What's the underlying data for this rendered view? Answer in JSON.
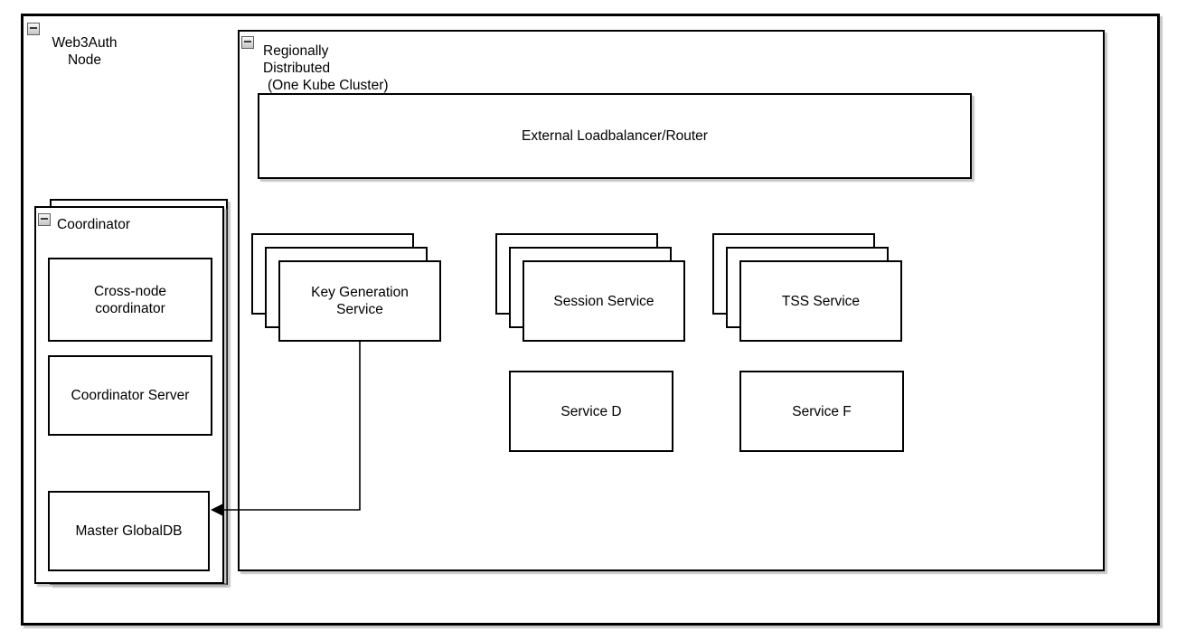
{
  "diagram": {
    "web3auth_node": {
      "label_line1": "Web3Auth",
      "label_line2": "Node",
      "collapse_icon": "minus-collapse-icon"
    },
    "region": {
      "label_line1": "Regionally Distributed",
      "label_line2": "(One Kube Cluster)",
      "collapse_icon": "minus-collapse-icon"
    },
    "loadbalancer": {
      "label": "External Loadbalancer/Router"
    },
    "coordinator": {
      "label": "Coordinator",
      "collapse_icon": "minus-collapse-icon",
      "cross_node": {
        "line1": "Cross-node",
        "line2": "coordinator"
      },
      "server": {
        "label": "Coordinator Server"
      },
      "master_db": {
        "label": "Master GlobalDB"
      }
    },
    "key_generation": {
      "line1": "Key Generation",
      "line2": "Service"
    },
    "session": {
      "label": "Session Service"
    },
    "tss": {
      "label": "TSS Service"
    },
    "service_d": {
      "label": "Service D"
    },
    "service_f": {
      "label": "Service F"
    },
    "connections": [
      {
        "from": "Key Generation Service",
        "to": "Master GlobalDB",
        "style": "orthogonal-arrow"
      }
    ],
    "colors": {
      "border": "#000000",
      "background": "#ffffff",
      "shadow": "#aaaaaa",
      "collapse_button_bg": "#d9d9d9",
      "text": "#000000"
    }
  }
}
